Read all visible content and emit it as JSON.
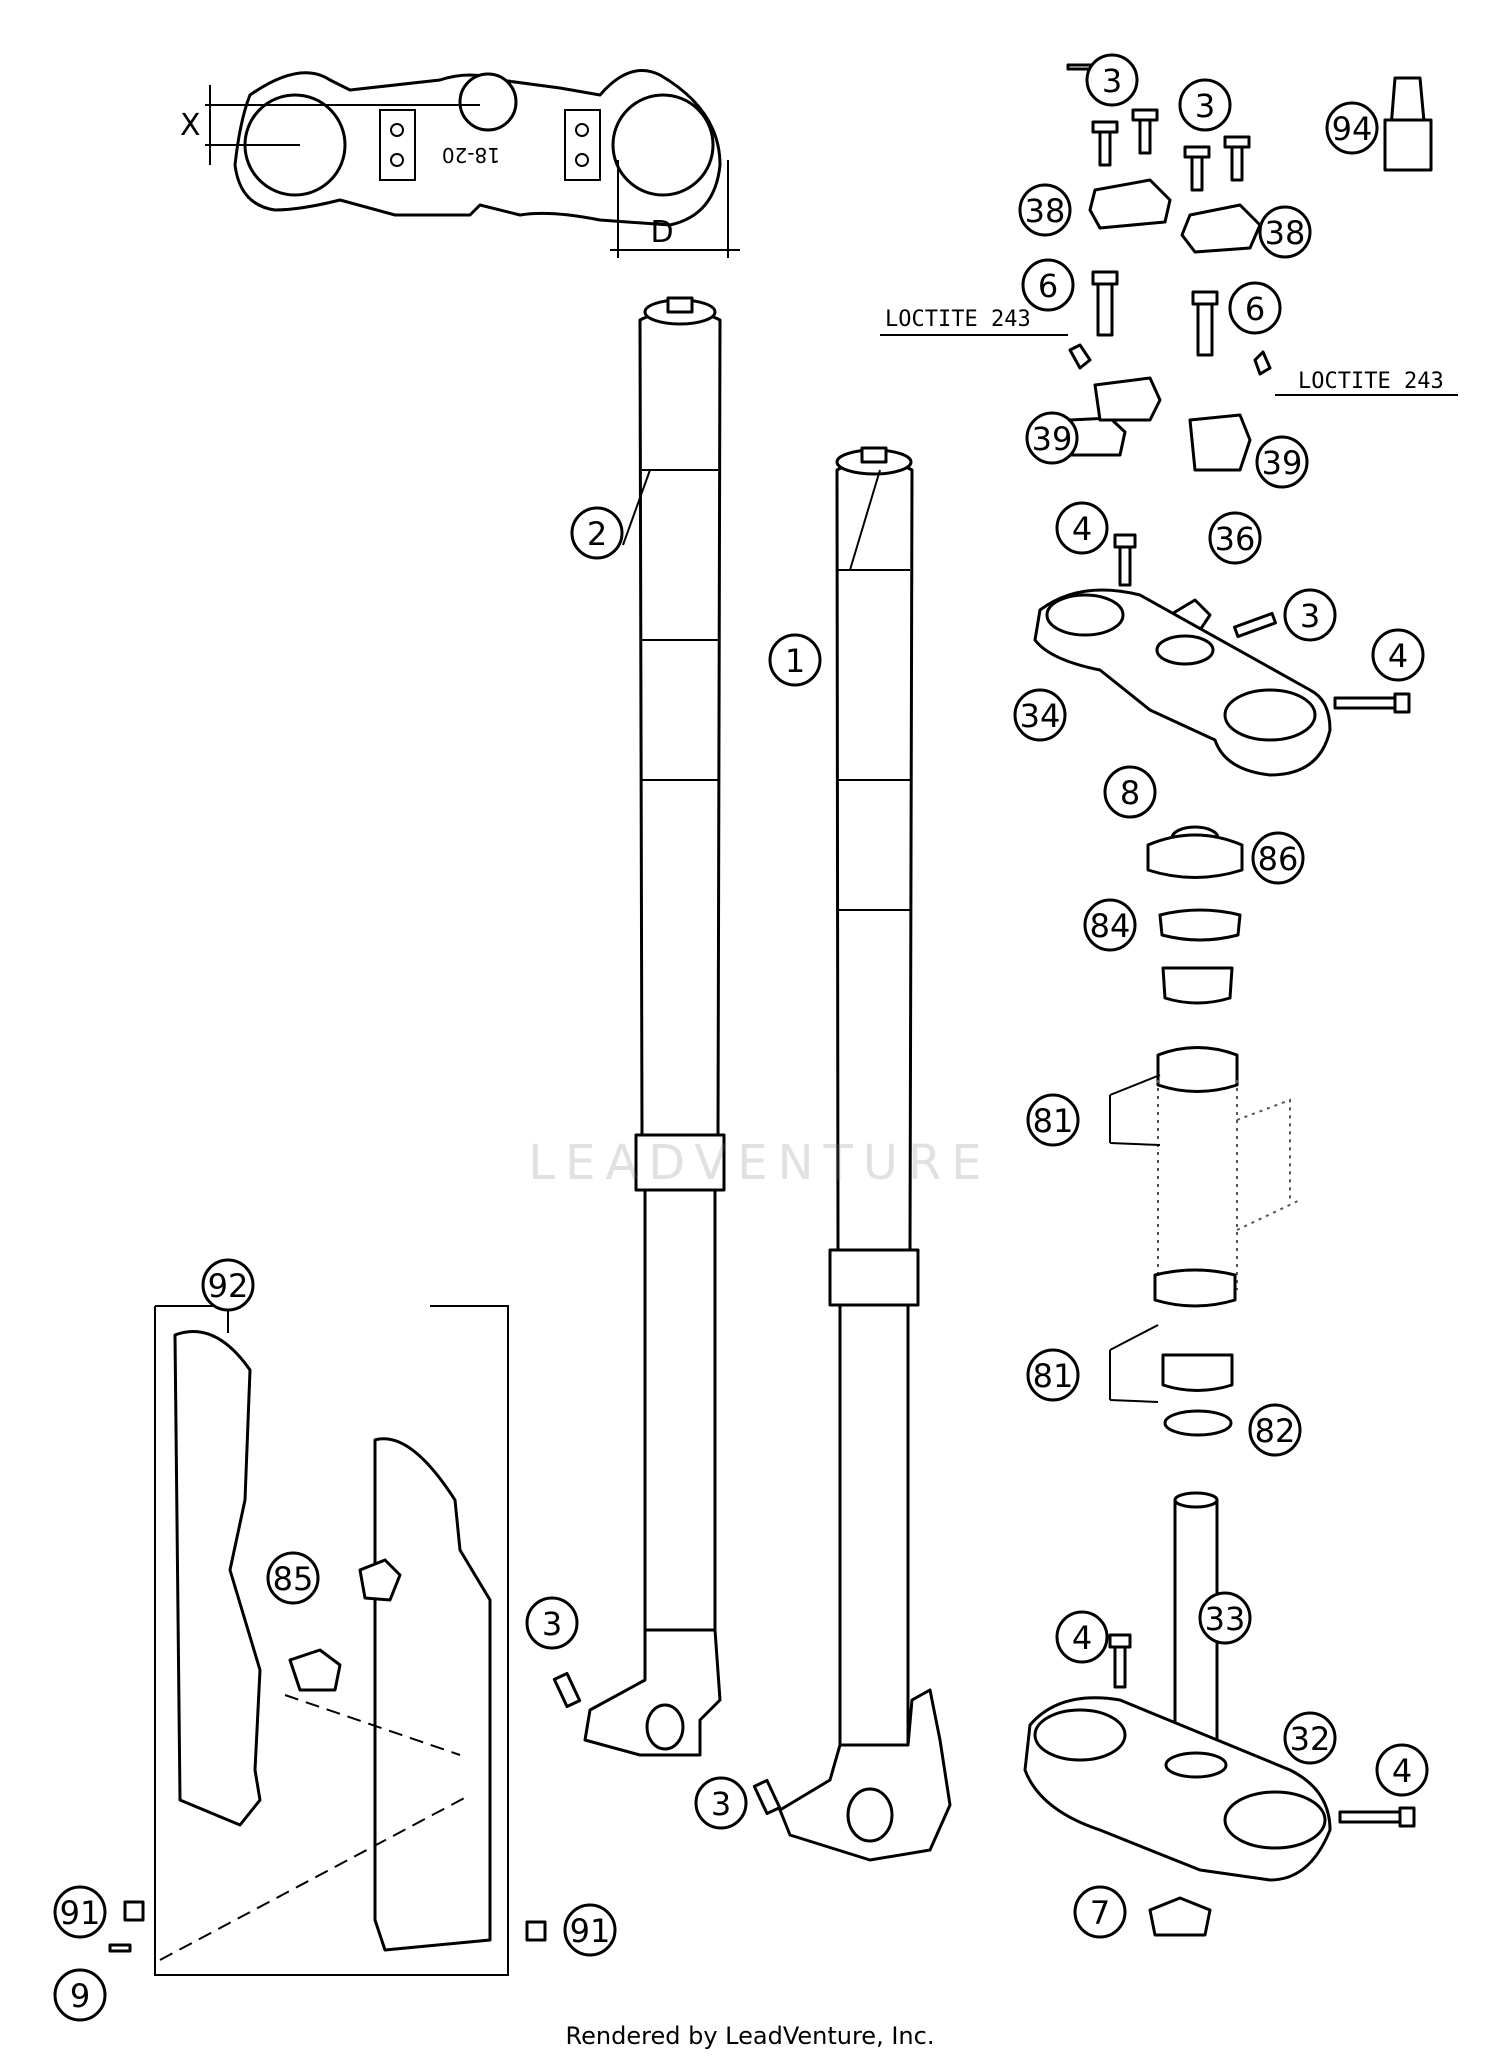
{
  "callouts": [
    "3",
    "3",
    "94",
    "38",
    "38",
    "6",
    "6",
    "39",
    "39",
    "4",
    "36",
    "3",
    "4",
    "34",
    "8",
    "86",
    "84",
    "81",
    "81",
    "82",
    "2",
    "1",
    "92",
    "85",
    "3",
    "3",
    "4",
    "33",
    "32",
    "4",
    "7",
    "91",
    "91",
    "9"
  ],
  "notes": {
    "loctite_left": "LOCTITE 243",
    "loctite_right": "LOCTITE 243"
  },
  "dimensions": {
    "x": "X",
    "d": "D"
  },
  "clamp_marking": "18-20",
  "watermark": "LEADVENTURE",
  "footer": "Rendered by LeadVenture, Inc."
}
